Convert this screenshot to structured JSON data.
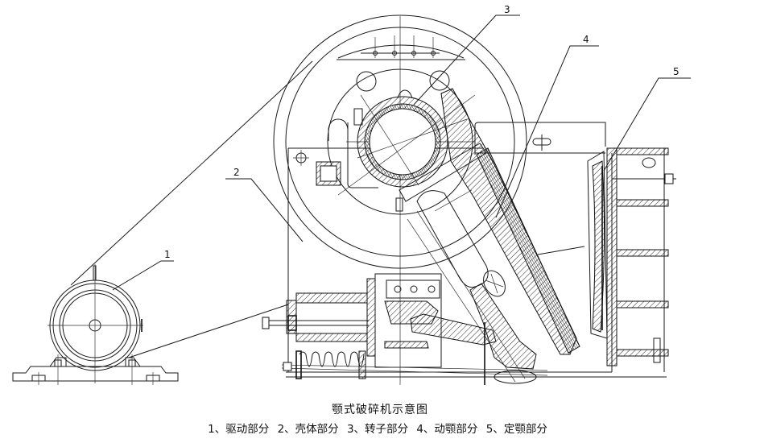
{
  "figure": {
    "title": "颚式破碎机示意图",
    "callouts": [
      {
        "number": "1",
        "part": "驱动部分"
      },
      {
        "number": "2",
        "part": "壳体部分"
      },
      {
        "number": "3",
        "part": "转子部分"
      },
      {
        "number": "4",
        "part": "动颚部分"
      },
      {
        "number": "5",
        "part": "定颚部分"
      }
    ],
    "legend_items": [
      "1、驱动部分",
      "2、壳体部分",
      "3、转子部分",
      "4、动颚部分",
      "5、定颚部分"
    ],
    "line_color": "#1a1a1a",
    "background": "#ffffff"
  }
}
